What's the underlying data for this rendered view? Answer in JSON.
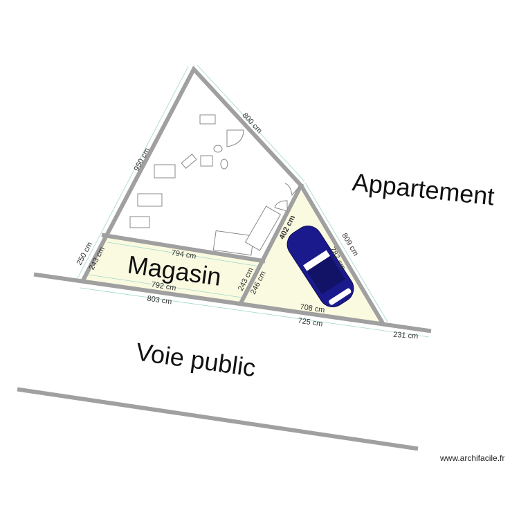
{
  "labels": {
    "appartement": "Appartement",
    "magasin": "Magasin",
    "voie_public": "Voie public"
  },
  "dimensions": {
    "left_wall": "950 cm",
    "top_right_wall": "800 cm",
    "right_wall": "809 cm",
    "left_short": "250 cm",
    "magasin_left": "243 cm",
    "magasin_top": "794 cm",
    "magasin_bottom": "792 cm",
    "magasin_right": "243 cm",
    "bottom_left": "803 cm",
    "partition": "402 cm",
    "garage_left": "246 cm",
    "garage_bottom": "708 cm",
    "bottom_right": "725 cm",
    "far_right": "231 cm",
    "car_length": "782 cm"
  },
  "watermark": "www.archifacile.fr",
  "colors": {
    "wall": "#a0a0a0",
    "room_fill": "#fafae0",
    "car": "#1a1a8c"
  }
}
